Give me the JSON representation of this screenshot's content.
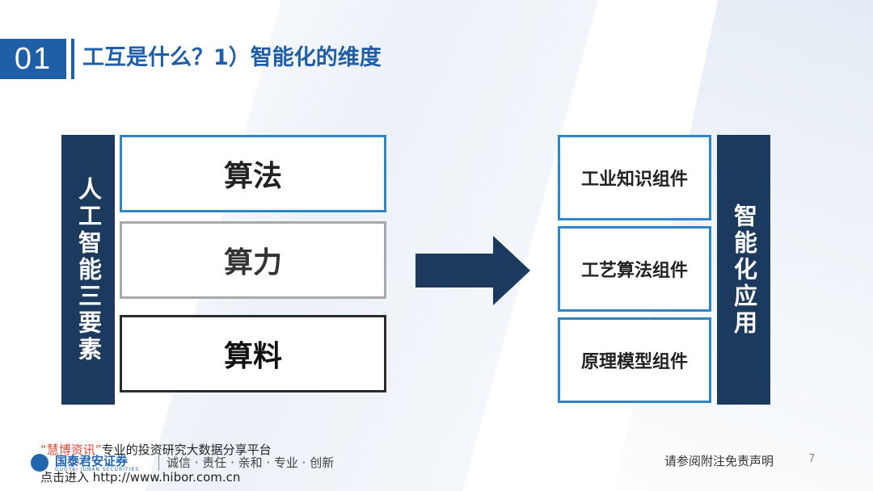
{
  "header": {
    "section_number": "01",
    "title": "工互是什么？1）智能化的维度"
  },
  "left": {
    "label": "人工智能三要素",
    "items": [
      "算法",
      "算力",
      "算料"
    ]
  },
  "right": {
    "label": "智能化应用",
    "items": [
      "工业知识组件",
      "工艺算法组件",
      "原理模型组件"
    ]
  },
  "footer": {
    "slogan_open_quote": "“",
    "slogan_brand": "慧博资讯",
    "slogan_close_quote": "”",
    "slogan_rest": "专业的投资研究大数据分享平台",
    "logo_name": "国泰君安证券",
    "logo_sub": "GUOTAI JUNAN SECURITIES",
    "motto": "诚信 · 责任 · 亲和 · 专业 · 创新",
    "link_text": "点击进入 http://www.hibor.com.cn",
    "disclaimer": "请参阅附注免责声明",
    "page_number": "7"
  },
  "colors": {
    "accent_blue": "#1f5fa8",
    "navy": "#1b3a5e",
    "box_border_blue": "#2d86c8"
  }
}
